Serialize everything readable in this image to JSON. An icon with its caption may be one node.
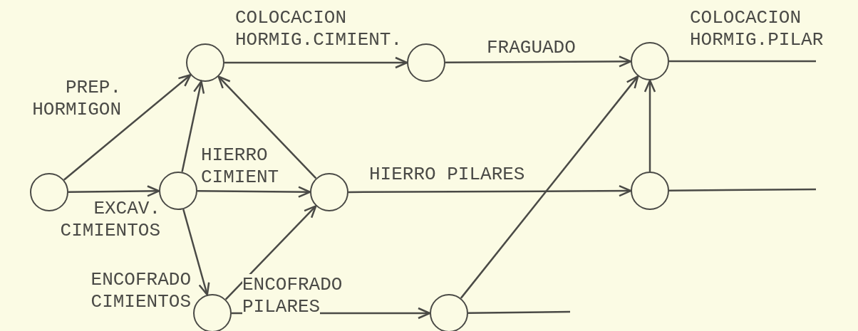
{
  "diagram": {
    "nodes": [
      {
        "text": [],
        "shape": "circle"
      },
      {
        "text": [],
        "shape": "circle"
      },
      {
        "text": [],
        "shape": "circle"
      },
      {
        "text": [],
        "shape": "circle"
      },
      {
        "text": [],
        "shape": "circle"
      },
      {
        "text": [],
        "shape": "circle"
      },
      {
        "text": [],
        "shape": "circle"
      },
      {
        "text": [],
        "shape": "circle"
      },
      {
        "text": [],
        "shape": "circle"
      }
    ],
    "edges": [
      {
        "from": 0,
        "to": 2,
        "arrow": "to",
        "label": "PREP. HORMIGON"
      },
      {
        "from": 0,
        "to": 1,
        "arrow": "to",
        "label": "EXCAV. CIMIENTOS"
      },
      {
        "from": 1,
        "to": 2,
        "arrow": "to"
      },
      {
        "from": 3,
        "to": 2,
        "arrow": "to"
      },
      {
        "from": 1,
        "to": 3,
        "arrow": "to",
        "label": "HIERRO CIMIENT"
      },
      {
        "from": 1,
        "to": 4,
        "arrow": "to",
        "label": "ENCOFRADO CIMIENTOS"
      },
      {
        "from": 4,
        "to": 3,
        "arrow": "to"
      },
      {
        "from": 4,
        "to": 8,
        "arrow": "to",
        "label": "ENCOFRADO PILARES"
      },
      {
        "from": 2,
        "to": 5,
        "arrow": "to",
        "label": "COLOCACION HORMIG.CIMIENT."
      },
      {
        "from": 5,
        "to": 6,
        "arrow": "to",
        "label": "FRAGUADO"
      },
      {
        "from": 3,
        "to": 7,
        "arrow": "to",
        "label": "HIERRO PILARES"
      },
      {
        "from": 8,
        "to": 6,
        "arrow": "to"
      },
      {
        "from": 7,
        "to": 6,
        "arrow": "to"
      },
      {
        "from": 6,
        "to": null,
        "arrow": "none",
        "label": "COLOCACION HORMIG.PILAR"
      },
      {
        "from": 7,
        "to": null,
        "arrow": "none"
      },
      {
        "from": 8,
        "to": null,
        "arrow": "none"
      }
    ]
  }
}
